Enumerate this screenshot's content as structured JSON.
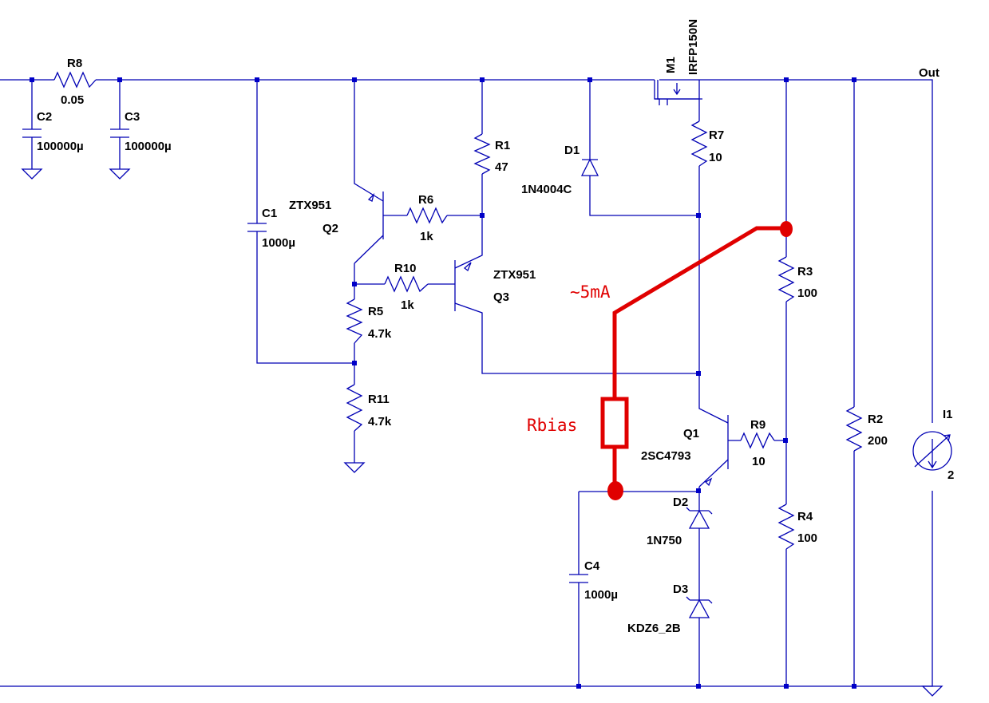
{
  "colors": {
    "wire": "#0000b4",
    "junction": "#0000c8",
    "annotation": "#e00000",
    "text": "#000000"
  },
  "components": {
    "r8": {
      "name": "R8",
      "value": "0.05"
    },
    "c2": {
      "name": "C2",
      "value": "100000µ"
    },
    "c3": {
      "name": "C3",
      "value": "100000µ"
    },
    "c1": {
      "name": "C1",
      "value": "1000µ"
    },
    "q2": {
      "name": "Q2",
      "model": "ZTX951"
    },
    "q3": {
      "name": "Q3",
      "model": "ZTX951"
    },
    "r6": {
      "name": "R6",
      "value": "1k"
    },
    "r10": {
      "name": "R10",
      "value": "1k"
    },
    "r5": {
      "name": "R5",
      "value": "4.7k"
    },
    "r11": {
      "name": "R11",
      "value": "4.7k"
    },
    "r1": {
      "name": "R1",
      "value": "47"
    },
    "d1": {
      "name": "D1",
      "model": "1N4004C"
    },
    "m1": {
      "name": "M1",
      "model": "IRFP150N"
    },
    "r7": {
      "name": "R7",
      "value": "10"
    },
    "r3": {
      "name": "R3",
      "value": "100"
    },
    "r4": {
      "name": "R4",
      "value": "100"
    },
    "r9": {
      "name": "R9",
      "value": "10"
    },
    "q1": {
      "name": "Q1",
      "model": "2SC4793"
    },
    "d2": {
      "name": "D2",
      "model": "1N750"
    },
    "d3": {
      "name": "D3",
      "model": "KDZ6_2B"
    },
    "c4": {
      "name": "C4",
      "value": "1000µ"
    },
    "r2": {
      "name": "R2",
      "value": "200"
    },
    "i1": {
      "name": "I1",
      "value": "2"
    }
  },
  "nets": {
    "out": "Out"
  },
  "annotations": {
    "current": "~5mA",
    "rbias": "Rbias"
  }
}
